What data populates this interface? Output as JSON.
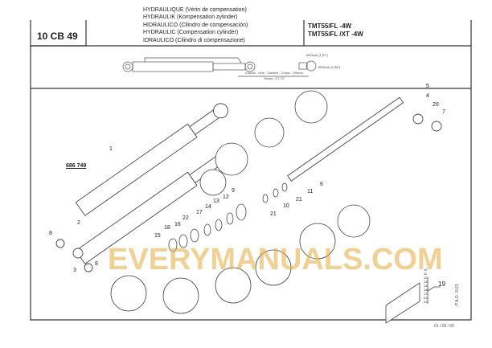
{
  "header": {
    "code": "10 CB 49",
    "titles": [
      "HYDRAULIQUE (Vérin de compensation)",
      "HYDRAULIK (Kompensation zylinder)",
      "HIDRAULICO (Cilindro de compensación)",
      "HYDRAULIC (Compensation cylinder)",
      "IDRAULICO (Cilindro di compensazione)"
    ],
    "models": [
      "TMT55/FL -4W",
      "TMT55/FL /XT -4W"
    ]
  },
  "overview": {
    "dim_rod": "Ø40mm (1,57\")",
    "dim_bore": "Ø35mm (1,38\")",
    "stroke_fr": "Course - Hub - Carrera - Corsa : 700mm",
    "stroke_en": "Stroke : 27,70\""
  },
  "callouts": [
    "5",
    "4",
    "20",
    "7",
    "1",
    "686 749",
    "6",
    "11",
    "21",
    "10",
    "21",
    "9",
    "12",
    "13",
    "14",
    "17",
    "22",
    "16",
    "18",
    "15",
    "2",
    "8",
    "3",
    "8"
  ],
  "kit": {
    "number": "19",
    "items": [
      "10",
      "11",
      "12",
      "13",
      "14",
      "16",
      "17",
      "21",
      "22"
    ]
  },
  "footer": {
    "date": "01 / 06 / 05",
    "ref": "P.A.O. 10JS"
  },
  "watermark": "EVERYMANUALS.COM"
}
